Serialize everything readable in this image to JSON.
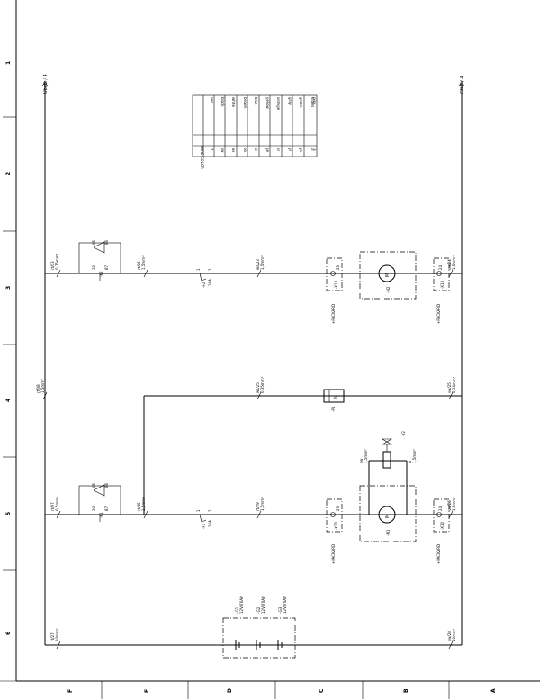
{
  "frame": {
    "row_numbers": [
      "1",
      "2",
      "3",
      "4",
      "5",
      "6"
    ],
    "column_letters": [
      "F",
      "E",
      "D",
      "C",
      "B",
      "A"
    ]
  },
  "rails": {
    "left": "Ubatt / 4",
    "right": "GND / 4"
  },
  "wire_color_table": {
    "header": "WIRE COLOR",
    "rows": [
      {
        "code": "rt",
        "color": "red"
      },
      {
        "code": "sw",
        "color": "black"
      },
      {
        "code": "ws",
        "color": "white"
      },
      {
        "code": "bn",
        "color": "brown"
      },
      {
        "code": "bl",
        "color": "blue"
      },
      {
        "code": "ge",
        "color": "yellow"
      },
      {
        "code": "or",
        "color": "orange"
      },
      {
        "code": "gr",
        "color": "gray"
      },
      {
        "code": "gn",
        "color": "green"
      },
      {
        "code": "vi",
        "color": "violet"
      },
      {
        "code": "rs",
        "color": "pink"
      }
    ]
  },
  "circuit_top": {
    "w_left": [
      "rt/03",
      "0,75mm²"
    ],
    "w_k_out": [
      "rt/06",
      "1,5mm²"
    ],
    "w_f_out": [
      "ws/23",
      "1,5mm²"
    ],
    "w_right": [
      "sw/24",
      "1,5mm²"
    ],
    "k_ref": "-K2",
    "k_pins": [
      "30",
      "87",
      "85",
      "86"
    ],
    "fuse": "-F2",
    "fuse_val": "16A",
    "fuse_pins": [
      "1",
      "2"
    ],
    "conn_left": "-X13",
    "conn_right": "-X13",
    "conn_pin_left": "23",
    "conn_pin_right": "24",
    "motor": "-M2",
    "packard_left": "+PACKARD",
    "packard_right": "+PACKARD"
  },
  "circuit_mid": {
    "w_left_rail": [
      "rt/08",
      "1,5mm²"
    ],
    "w_left": [
      "ws/25",
      "0,35mm²"
    ],
    "w_right": [
      "sw/25",
      "0,34mm²"
    ],
    "element": "-P1",
    "element_label": "h"
  },
  "circuit_bottom": {
    "w_left": [
      "rt/07",
      "0,5mm²"
    ],
    "w_k_out": [
      "rt/45",
      "1,5mm²"
    ],
    "w_f_out": [
      "rt/29",
      "1,5mm²"
    ],
    "w_right": [
      "sw/26",
      "1,5mm²"
    ],
    "k_ref": "-K1",
    "k_pins": [
      "30",
      "87",
      "85",
      "86"
    ],
    "fuse": "-F1",
    "fuse_val": "16A",
    "fuse_pins": [
      "1",
      "2"
    ],
    "conn_left": "-X10",
    "conn_right": "-X10",
    "conn_pin_left": "23",
    "conn_pin_right": "24",
    "motor": "-M1",
    "valve": "-Y2",
    "valve_w_left": [
      "sw",
      "1,5mm²"
    ],
    "valve_w_right": [
      "rt",
      "1,5mm²"
    ],
    "packard_left": "+PACKARD",
    "packard_right": "+PACKARD"
  },
  "batteries": {
    "w_left": [
      "rt/27",
      "10mm²"
    ],
    "w_right": [
      "sw/28",
      "10mm²"
    ],
    "items": [
      {
        "ref": "-G1",
        "rating": "12V/70Ah"
      },
      {
        "ref": "-G2",
        "rating": "12V/70Ah"
      },
      {
        "ref": "-G3",
        "rating": "12V/70Ah"
      }
    ]
  }
}
